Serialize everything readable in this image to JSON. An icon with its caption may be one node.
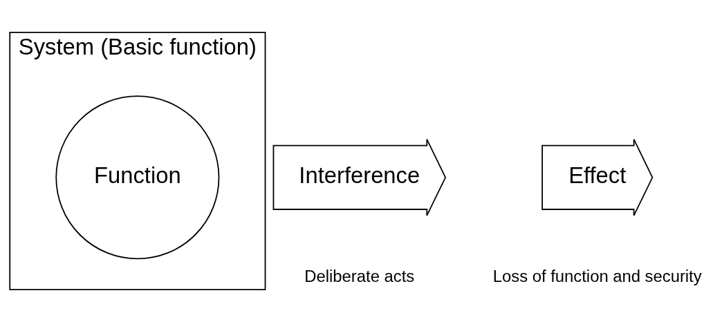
{
  "diagram": {
    "nodes": [
      {
        "text": [
          "System (Basic function)"
        ]
      },
      {
        "text": [
          "Interference"
        ],
        "beside": [
          "Deliberate acts"
        ]
      },
      {
        "text": [
          "Function"
        ],
        "in": 0
      },
      {
        "text": [
          "Effect"
        ],
        "beside": [
          "Loss of function and security"
        ]
      }
    ]
  }
}
